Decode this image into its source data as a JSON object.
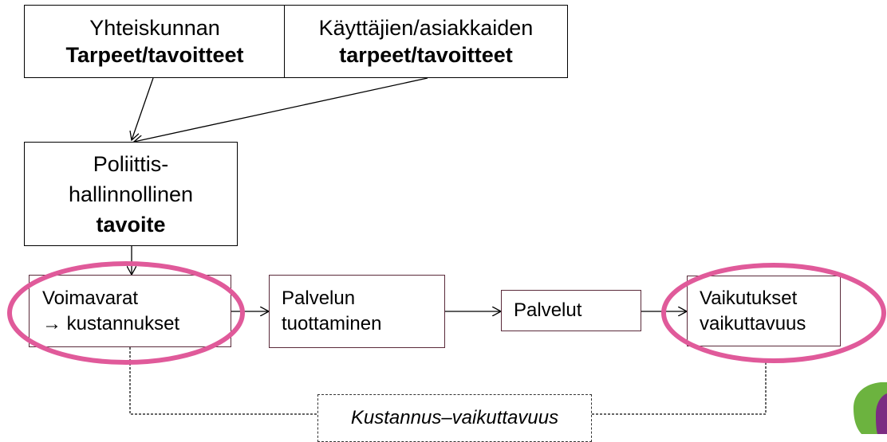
{
  "top_boxes": {
    "society": {
      "line1": "Yhteiskunnan",
      "line2": "Tarpeet/tavoitteet"
    },
    "users": {
      "line1": "Käyttäjien/asiakkaiden",
      "line2": "tarpeet/tavoitteet"
    }
  },
  "policy_box": {
    "line1": "Poliittis-",
    "line2": "hallinnollinen",
    "line3": "tavoite"
  },
  "flow": {
    "resources": {
      "line1": "Voimavarat",
      "line2": "→ kustannukset"
    },
    "production": {
      "line1": "Palvelun",
      "line2": "tuottaminen"
    },
    "services": {
      "line1": "Palvelut"
    },
    "effects": {
      "line1": "Vaikutukset",
      "line2": "vaikuttavuus"
    }
  },
  "bottom_label": "Kustannus–vaikuttavuus",
  "colors": {
    "highlight": "#e05a9a",
    "box_border": "#5a2a3a",
    "logo_green": "#6cb33f",
    "logo_purple": "#7b2d82"
  }
}
